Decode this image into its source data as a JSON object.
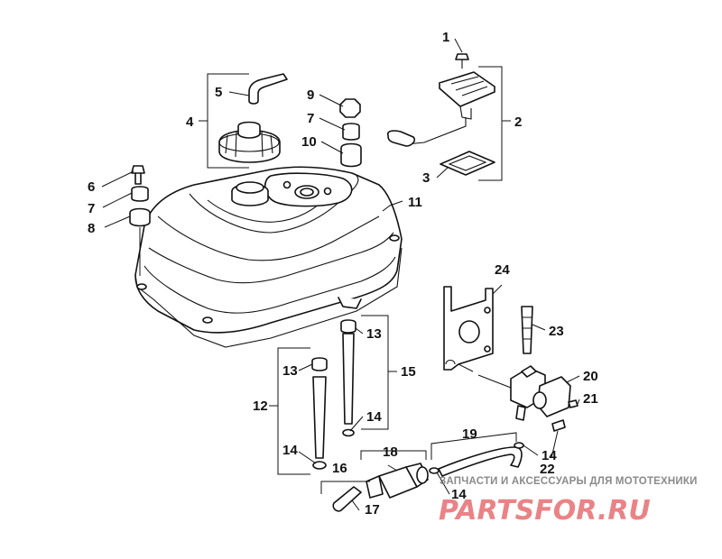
{
  "callouts": [
    {
      "id": "c1",
      "text": "1"
    },
    {
      "id": "c2",
      "text": "2"
    },
    {
      "id": "c3",
      "text": "3"
    },
    {
      "id": "c4",
      "text": "4"
    },
    {
      "id": "c5",
      "text": "5"
    },
    {
      "id": "c6",
      "text": "6"
    },
    {
      "id": "c7a",
      "text": "7"
    },
    {
      "id": "c7b",
      "text": "7"
    },
    {
      "id": "c8",
      "text": "8"
    },
    {
      "id": "c9",
      "text": "9"
    },
    {
      "id": "c10",
      "text": "10"
    },
    {
      "id": "c11",
      "text": "11"
    },
    {
      "id": "c12",
      "text": "12"
    },
    {
      "id": "c13a",
      "text": "13"
    },
    {
      "id": "c13b",
      "text": "13"
    },
    {
      "id": "c14a",
      "text": "14"
    },
    {
      "id": "c14b",
      "text": "14"
    },
    {
      "id": "c14c",
      "text": "14"
    },
    {
      "id": "c14d",
      "text": "14"
    },
    {
      "id": "c15",
      "text": "15"
    },
    {
      "id": "c16",
      "text": "16"
    },
    {
      "id": "c17",
      "text": "17"
    },
    {
      "id": "c18",
      "text": "18"
    },
    {
      "id": "c19",
      "text": "19"
    },
    {
      "id": "c20",
      "text": "20"
    },
    {
      "id": "c21",
      "text": "21"
    },
    {
      "id": "c22",
      "text": "22"
    },
    {
      "id": "c23",
      "text": "23"
    },
    {
      "id": "c24",
      "text": "24"
    }
  ],
  "watermark": {
    "subtitle": "ЗАПЧАСТИ И АКСЕССУАРЫ ДЛЯ МОТОТЕХНИКИ",
    "logo": "PARTSFOR.RU",
    "color": "#e35a5e"
  }
}
